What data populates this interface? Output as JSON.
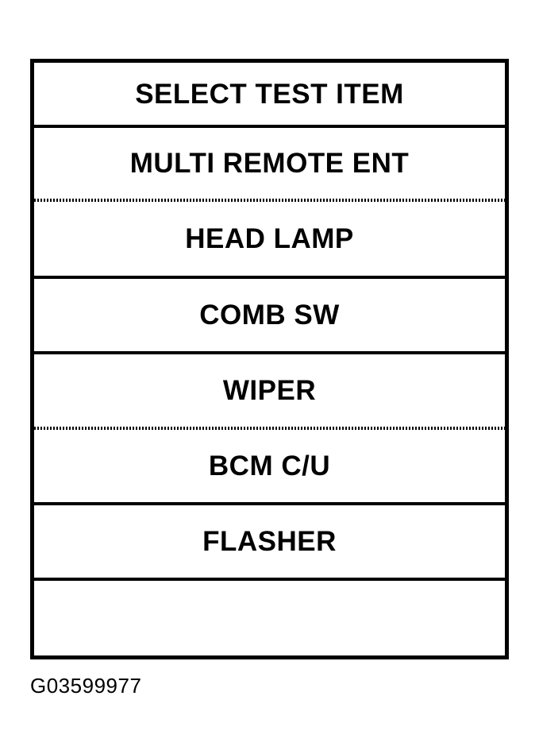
{
  "colors": {
    "ink": "#000000",
    "background": "#ffffff"
  },
  "menu": {
    "title": "SELECT TEST ITEM",
    "items": [
      {
        "label": "MULTI REMOTE ENT"
      },
      {
        "label": "HEAD LAMP"
      },
      {
        "label": "COMB SW"
      },
      {
        "label": "WIPER"
      },
      {
        "label": "BCM C/U"
      },
      {
        "label": "FLASHER"
      }
    ]
  },
  "figure_id": "G03599977"
}
